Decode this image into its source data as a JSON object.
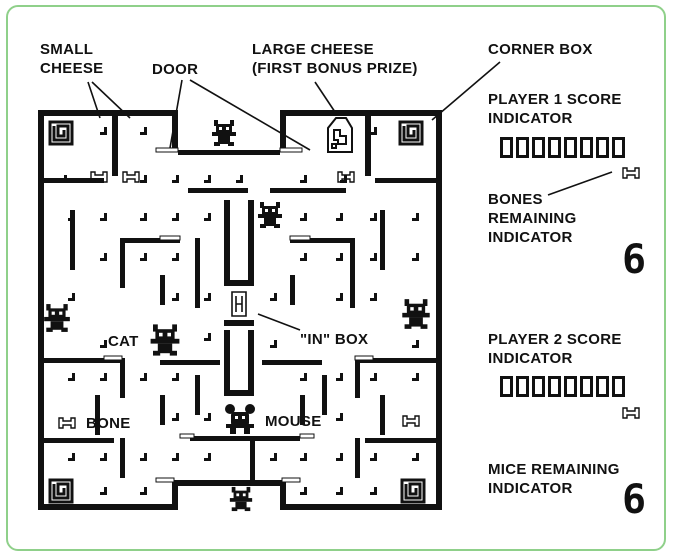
{
  "labels": {
    "small_cheese": "SMALL\nCHEESE",
    "door": "DOOR",
    "large_cheese": "LARGE CHEESE\n(FIRST BONUS PRIZE)",
    "corner_box": "CORNER BOX",
    "cat": "CAT",
    "in_box": "\"IN\" BOX",
    "bone": "BONE",
    "mouse": "MOUSE"
  },
  "panel": {
    "player1_score_label": "PLAYER 1 SCORE\nINDICATOR",
    "player1_score": "00000000",
    "bones_label": "BONES\nREMAINING\nINDICATOR",
    "bones_remaining": "6",
    "player2_score_label": "PLAYER 2 SCORE\nINDICATOR",
    "player2_score": "00000000",
    "mice_label": "MICE REMAINING\nINDICATOR",
    "mice_remaining": "6"
  },
  "icons": [
    "cat-icon",
    "mouse-icon",
    "bone-icon",
    "small-cheese-icon",
    "large-cheese-icon",
    "corner-box-icon"
  ],
  "colors": {
    "frame": "#8fd08a",
    "ink": "#111111",
    "background": "#ffffff"
  }
}
